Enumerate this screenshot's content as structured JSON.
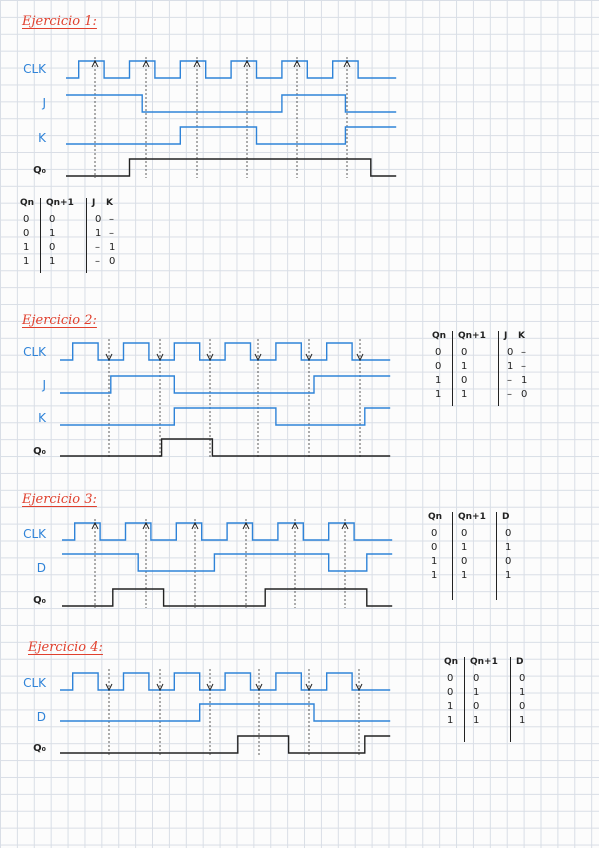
{
  "colors": {
    "title": "#e0402e",
    "signal": "#2f83d8",
    "output": "#222222",
    "grid": "#d9dee6"
  },
  "exercises": [
    {
      "title": "Ejercicio 1:",
      "signals": [
        {
          "label": "CLK",
          "kind": "clk",
          "waveform": [
            0,
            1,
            1,
            0,
            0,
            1,
            1,
            0,
            0,
            1,
            1,
            0,
            0,
            1,
            1,
            0,
            0,
            1,
            1,
            0,
            0,
            1,
            1,
            0,
            0,
            0
          ]
        },
        {
          "label": "J",
          "kind": "in",
          "waveform": [
            1,
            1,
            1,
            1,
            1,
            1,
            0,
            0,
            0,
            0,
            0,
            0,
            0,
            0,
            0,
            0,
            0,
            1,
            1,
            1,
            1,
            1,
            0,
            0,
            0,
            0
          ]
        },
        {
          "label": "K",
          "kind": "in",
          "waveform": [
            0,
            0,
            0,
            0,
            0,
            0,
            0,
            0,
            0,
            1,
            1,
            1,
            1,
            1,
            1,
            0,
            0,
            0,
            0,
            0,
            0,
            0,
            1,
            1,
            1,
            1
          ]
        },
        {
          "label": "Q₀",
          "kind": "out",
          "waveform": [
            0,
            0,
            0,
            0,
            0,
            1,
            1,
            1,
            1,
            1,
            1,
            1,
            1,
            1,
            1,
            1,
            1,
            1,
            1,
            1,
            1,
            1,
            1,
            1,
            0,
            0
          ]
        }
      ],
      "table": {
        "headers": [
          "Qn",
          "Qn+1",
          "J",
          "K"
        ],
        "rows": [
          [
            "0",
            "0",
            "0",
            "–"
          ],
          [
            "0",
            "1",
            "1",
            "–"
          ],
          [
            "1",
            "0",
            "–",
            "1"
          ],
          [
            "1",
            "1",
            "–",
            "0"
          ]
        ]
      }
    },
    {
      "title": "Ejercicio 2:",
      "signals": [
        {
          "label": "CLK",
          "kind": "clk",
          "waveform": [
            0,
            1,
            1,
            0,
            0,
            1,
            1,
            0,
            0,
            1,
            1,
            0,
            0,
            1,
            1,
            0,
            0,
            1,
            1,
            0,
            0,
            1,
            1,
            0,
            0,
            0
          ]
        },
        {
          "label": "J",
          "kind": "in",
          "waveform": [
            0,
            0,
            0,
            0,
            1,
            1,
            1,
            1,
            1,
            0,
            0,
            0,
            0,
            0,
            0,
            0,
            0,
            0,
            0,
            0,
            1,
            1,
            1,
            1,
            1,
            1
          ]
        },
        {
          "label": "K",
          "kind": "in",
          "waveform": [
            0,
            0,
            0,
            0,
            0,
            0,
            0,
            0,
            0,
            1,
            1,
            1,
            1,
            1,
            1,
            1,
            1,
            0,
            0,
            0,
            0,
            0,
            0,
            0,
            1,
            1
          ]
        },
        {
          "label": "Q₀",
          "kind": "out",
          "waveform": [
            0,
            0,
            0,
            0,
            0,
            0,
            0,
            0,
            1,
            1,
            1,
            1,
            0,
            0,
            0,
            0,
            0,
            0,
            0,
            0,
            0,
            0,
            0,
            0,
            0,
            0
          ]
        }
      ],
      "table": {
        "headers": [
          "Qn",
          "Qn+1",
          "J",
          "K"
        ],
        "rows": [
          [
            "0",
            "0",
            "0",
            "–"
          ],
          [
            "0",
            "1",
            "1",
            "–"
          ],
          [
            "1",
            "0",
            "–",
            "1"
          ],
          [
            "1",
            "1",
            "–",
            "0"
          ]
        ]
      }
    },
    {
      "title": "Ejercicio 3:",
      "signals": [
        {
          "label": "CLK",
          "kind": "clk",
          "waveform": [
            0,
            1,
            1,
            0,
            0,
            1,
            1,
            0,
            0,
            1,
            1,
            0,
            0,
            1,
            1,
            0,
            0,
            1,
            1,
            0,
            0,
            1,
            1,
            0,
            0,
            0
          ]
        },
        {
          "label": "D",
          "kind": "in",
          "waveform": [
            1,
            1,
            1,
            1,
            1,
            1,
            0,
            0,
            0,
            0,
            0,
            0,
            1,
            1,
            1,
            1,
            1,
            1,
            1,
            1,
            1,
            0,
            0,
            0,
            1,
            1
          ]
        },
        {
          "label": "Q₀",
          "kind": "out",
          "waveform": [
            0,
            0,
            0,
            0,
            1,
            1,
            1,
            1,
            0,
            0,
            0,
            0,
            0,
            0,
            0,
            0,
            1,
            1,
            1,
            1,
            1,
            1,
            1,
            1,
            0,
            0
          ]
        }
      ],
      "table": {
        "headers": [
          "Qn",
          "Qn+1",
          "D"
        ],
        "rows": [
          [
            "0",
            "0",
            "0"
          ],
          [
            "0",
            "1",
            "1"
          ],
          [
            "1",
            "0",
            "0"
          ],
          [
            "1",
            "1",
            "1"
          ]
        ]
      }
    },
    {
      "title": "Ejercicio 4:",
      "signals": [
        {
          "label": "CLK",
          "kind": "clk",
          "waveform": [
            0,
            1,
            1,
            0,
            0,
            1,
            1,
            0,
            0,
            1,
            1,
            0,
            0,
            1,
            1,
            0,
            0,
            1,
            1,
            0,
            0,
            1,
            1,
            0,
            0,
            0
          ]
        },
        {
          "label": "D",
          "kind": "in",
          "waveform": [
            0,
            0,
            0,
            0,
            0,
            0,
            0,
            0,
            0,
            0,
            0,
            1,
            1,
            1,
            1,
            1,
            1,
            1,
            1,
            1,
            0,
            0,
            0,
            0,
            0,
            0
          ]
        },
        {
          "label": "Q₀",
          "kind": "out",
          "waveform": [
            0,
            0,
            0,
            0,
            0,
            0,
            0,
            0,
            0,
            0,
            0,
            0,
            0,
            0,
            1,
            1,
            1,
            1,
            0,
            0,
            0,
            0,
            0,
            0,
            1,
            1
          ]
        }
      ],
      "table": {
        "headers": [
          "Qn",
          "Qn+1",
          "D"
        ],
        "rows": [
          [
            "0",
            "0",
            "0"
          ],
          [
            "0",
            "1",
            "1"
          ],
          [
            "1",
            "0",
            "0"
          ],
          [
            "1",
            "1",
            "1"
          ]
        ]
      }
    }
  ]
}
